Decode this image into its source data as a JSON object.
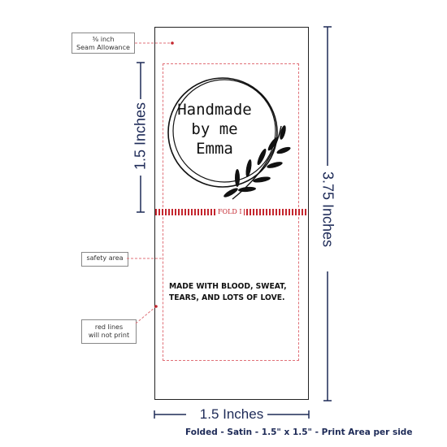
{
  "label": {
    "main_line1": "Handmade",
    "main_line2": "by me",
    "main_line3": "Emma",
    "secondary_line1": "MADE WITH BLOOD, SWEAT,",
    "secondary_line2": "TEARS, AND LOTS OF LOVE."
  },
  "callouts": {
    "seam_fraction": "⅜ inch",
    "seam_text": "Seam Allowance",
    "safety": "safety area",
    "red_line1": "red lines",
    "red_line2": "will not print"
  },
  "fold_label": "FOLD I",
  "dimensions": {
    "left_height": "1.5 Inches",
    "right_height": "3.75 Inches",
    "bottom_width": "1.5 Inches"
  },
  "caption": "Folded - Satin - 1.5\" x 1.5\" - Print Area per side",
  "colors": {
    "navy": "#1d2a57",
    "red": "#c4262e",
    "border": "#222222"
  }
}
